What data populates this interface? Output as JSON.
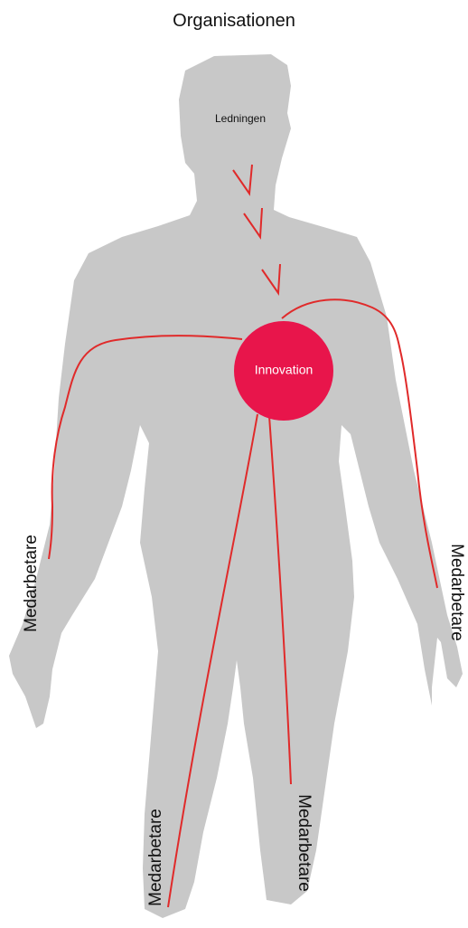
{
  "title": "Organisationen",
  "labels": {
    "head": "Ledningen",
    "center": "Innovation",
    "left_arm": "Medarbetare",
    "right_arm": "Medarbetare",
    "left_leg": "Medarbetare",
    "right_leg": "Medarbetare"
  },
  "colors": {
    "body": "#c8c8c8",
    "accent": "#e8154b",
    "line": "#e02a2a",
    "text": "#111111",
    "center_text": "#ffffff"
  }
}
